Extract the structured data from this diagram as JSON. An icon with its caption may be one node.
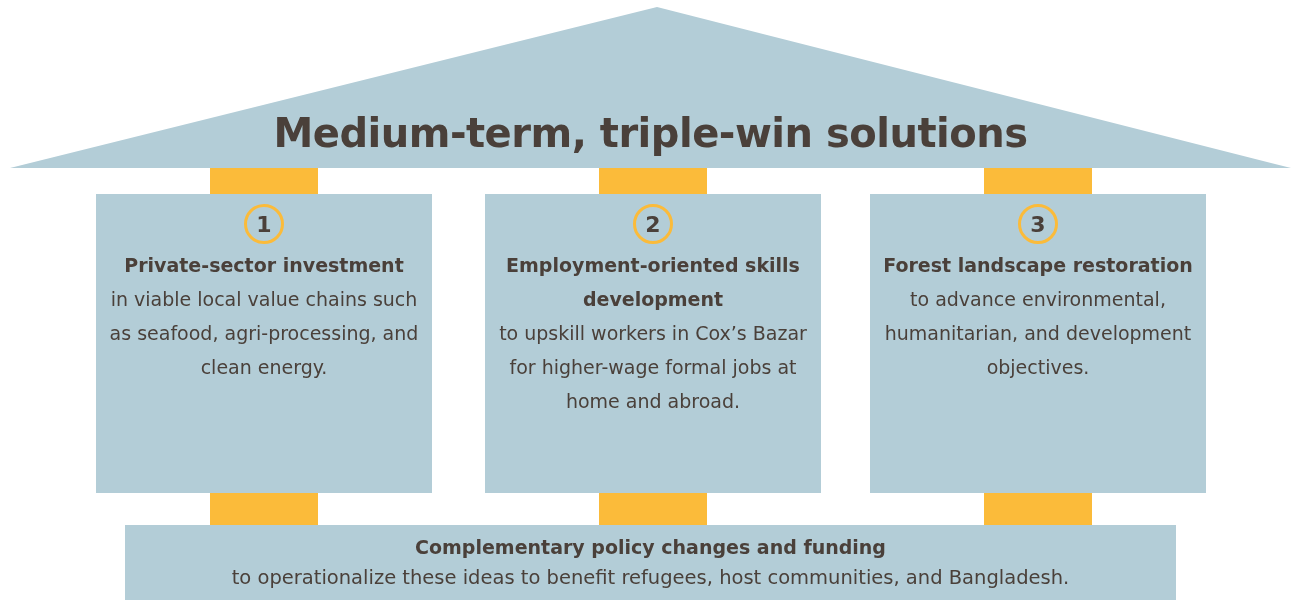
{
  "diagram": {
    "nodes": [
      {
        "text": [
          "Medium-term, triple-win solutions"
        ]
      },
      {
        "text": [
          "1",
          "Private-sector investment",
          "in viable local value chains such as seafood, agri-processing, and clean energy."
        ]
      },
      {
        "text": [
          "2",
          "Employment-oriented skills development",
          "to upskill workers in Cox’s Bazar for higher-wage formal jobs at home and abroad."
        ]
      },
      {
        "text": [
          "3",
          "Forest landscape restoration",
          "to advance environmental, humanitarian, and development objectives."
        ]
      },
      {
        "text": [
          "Complementary policy changes and funding",
          "to operationalize these ideas to benefit refugees, host communities, and Bangladesh."
        ]
      }
    ],
    "edges": [
      {
        "from": 0,
        "to": 1,
        "arrow": "none"
      },
      {
        "from": 0,
        "to": 2,
        "arrow": "none"
      },
      {
        "from": 0,
        "to": 3,
        "arrow": "none"
      },
      {
        "from": 1,
        "to": 4,
        "arrow": "none"
      },
      {
        "from": 2,
        "to": 4,
        "arrow": "none"
      },
      {
        "from": 3,
        "to": 4,
        "arrow": "none"
      }
    ]
  }
}
